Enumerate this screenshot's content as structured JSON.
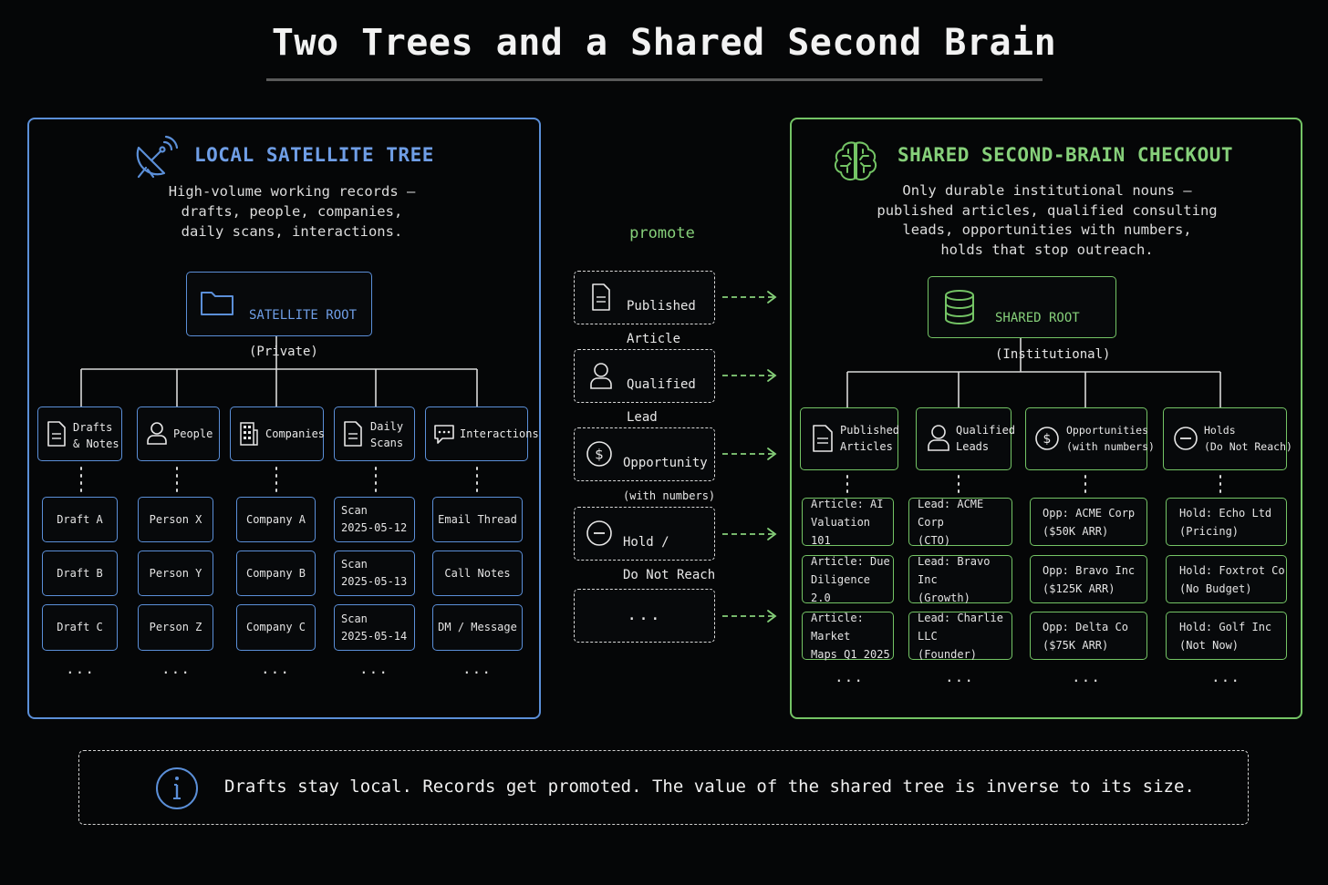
{
  "title": "Two Trees and a Shared Second Brain",
  "left": {
    "title": "LOCAL SATELLITE TREE",
    "description": "High-volume working records —\ndrafts, people, companies,\ndaily scans, interactions.",
    "root": {
      "name": "SATELLITE ROOT",
      "sub": "(Private)"
    },
    "categories": [
      {
        "label": "Drafts\n& Notes",
        "icon": "document-icon",
        "items": [
          "Draft A",
          "Draft B",
          "Draft C"
        ]
      },
      {
        "label": "People",
        "icon": "person-icon",
        "items": [
          "Person X",
          "Person Y",
          "Person Z"
        ]
      },
      {
        "label": "Companies",
        "icon": "building-icon",
        "items": [
          "Company A",
          "Company B",
          "Company C"
        ]
      },
      {
        "label": "Daily\nScans",
        "icon": "document-icon",
        "items": [
          "Scan\n2025-05-12",
          "Scan\n2025-05-13",
          "Scan\n2025-05-14"
        ]
      },
      {
        "label": "Interactions",
        "icon": "chat-icon",
        "items": [
          "Email Thread",
          "Call Notes",
          "DM / Message"
        ]
      }
    ],
    "ellipsis": "..."
  },
  "middle": {
    "promote_label": "promote",
    "items": [
      {
        "icon": "document-icon",
        "line1": "Published",
        "line2": "Article"
      },
      {
        "icon": "person-icon",
        "line1": "Qualified",
        "line2": "Lead"
      },
      {
        "icon": "dollar-icon",
        "line1": "Opportunity",
        "line2": "(with numbers)"
      },
      {
        "icon": "minus-circle-icon",
        "line1": "Hold /",
        "line2": "Do Not Reach"
      },
      {
        "icon": "",
        "line1": "...",
        "line2": ""
      }
    ]
  },
  "right": {
    "title": "SHARED SECOND-BRAIN CHECKOUT",
    "description": "Only durable institutional nouns —\npublished articles, qualified consulting\nleads, opportunities with numbers,\nholds that stop outreach.",
    "root": {
      "name": "SHARED ROOT",
      "sub": "(Institutional)"
    },
    "categories": [
      {
        "label": "Published\nArticles",
        "icon": "document-icon",
        "items": [
          "Article: AI\nValuation 101",
          "Article: Due\nDiligence 2.0",
          "Article: Market\nMaps Q1 2025"
        ]
      },
      {
        "label": "Qualified\nLeads",
        "icon": "person-icon",
        "items": [
          "Lead: ACME Corp\n(CTO)",
          "Lead: Bravo Inc\n(Growth)",
          "Lead: Charlie LLC\n(Founder)"
        ]
      },
      {
        "label": "Opportunities\n(with numbers)",
        "icon": "dollar-icon",
        "items": [
          "Opp: ACME Corp\n($50K ARR)",
          "Opp: Bravo Inc\n($125K ARR)",
          "Opp: Delta Co\n($75K ARR)"
        ]
      },
      {
        "label": "Holds\n(Do Not Reach)",
        "icon": "minus-circle-icon",
        "items": [
          "Hold: Echo Ltd\n(Pricing)",
          "Hold: Foxtrot Co\n(No Budget)",
          "Hold: Golf Inc\n(Not Now)"
        ]
      }
    ],
    "ellipsis": "..."
  },
  "callout": {
    "icon": "info-icon",
    "text": "Drafts stay local. Records get promoted. The value of the shared tree is inverse to its size."
  },
  "colors": {
    "blue": "#5b8fd8",
    "green": "#74c465",
    "background": "#050607"
  }
}
